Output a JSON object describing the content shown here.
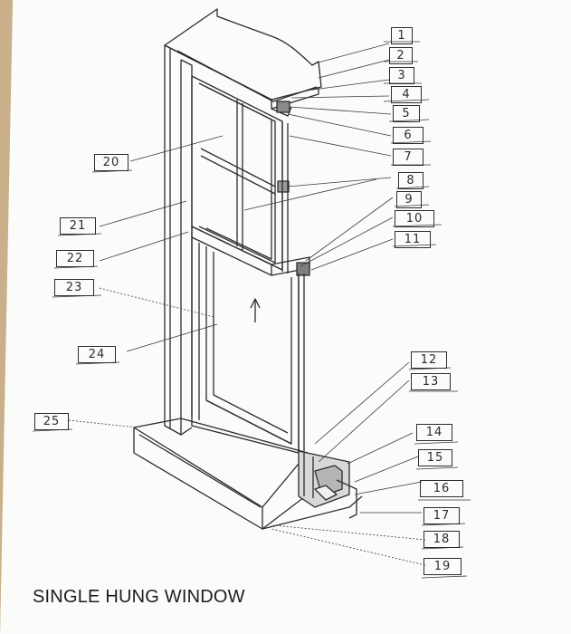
{
  "caption": "SINGLE HUNG WINDOW",
  "callouts": {
    "n1": "1",
    "n2": "2",
    "n3": "3",
    "n4": "4",
    "n5": "5",
    "n6": "6",
    "n7": "7",
    "n8": "8",
    "n9": "9",
    "n10": "10",
    "n11": "11",
    "n12": "12",
    "n13": "13",
    "n14": "14",
    "n15": "15",
    "n16": "16",
    "n17": "17",
    "n18": "18",
    "n19": "19",
    "n20": "20",
    "n21": "21",
    "n22": "22",
    "n23": "23",
    "n24": "24",
    "n25": "25"
  },
  "colors": {
    "paper": "#fbfbf9",
    "ink": "#2c2c2c",
    "background": "#cbb38f"
  }
}
